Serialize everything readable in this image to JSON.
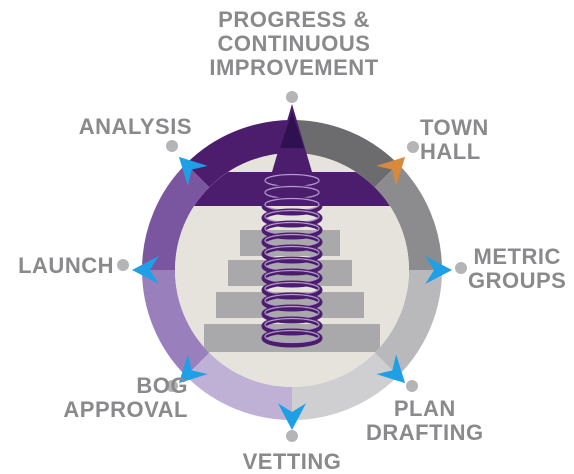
{
  "colors": {
    "label": "#8a8a8c",
    "dot": "#b5b5b7",
    "inner": "#e6e3dc",
    "purple_dark": "#4c1d6c",
    "purple_mid": "#7a56a0",
    "purple_light": "#bfb0d6",
    "gray_dark": "#6c6c6f",
    "gray_light": "#b9b9bb",
    "arrow_blue": "#1fa0e6",
    "arrow_orange": "#d88a3a",
    "steps": "#a9a9ab"
  },
  "labels": {
    "progress": {
      "lines": [
        "PROGRESS &",
        "CONTINUOUS",
        "IMPROVEMENT"
      ]
    },
    "townhall": {
      "lines": [
        "TOWN",
        "HALL"
      ]
    },
    "metric": {
      "lines": [
        "METRIC",
        "GROUPS"
      ]
    },
    "plan": {
      "lines": [
        "PLAN",
        "DRAFTING"
      ]
    },
    "vetting": {
      "lines": [
        "VETTING"
      ]
    },
    "bog": {
      "lines": [
        "BOG",
        "APPROVAL"
      ]
    },
    "launch": {
      "lines": [
        "LAUNCH"
      ]
    },
    "analysis": {
      "lines": [
        "ANALYSIS"
      ]
    }
  }
}
